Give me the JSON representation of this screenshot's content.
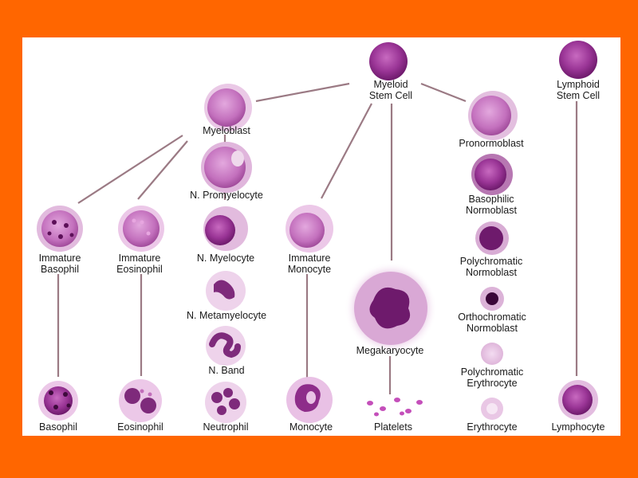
{
  "colors": {
    "border": "#ff6600",
    "background": "#ffffff",
    "line": "#9b7a84",
    "cell_dark": "#7a1f78",
    "cell_light": "#e8c2e4"
  },
  "labels": {
    "myeloid_stem_cell": "Myeloid\nStem Cell",
    "lymphoid_stem_cell": "Lymphoid\nStem Cell",
    "myeloblast": "Myeloblast",
    "n_promyelocyte": "N. Promyelocyte",
    "immature_basophil": "Immature\nBasophil",
    "immature_eosinophil": "Immature\nEosinophil",
    "n_myelocyte": "N. Myelocyte",
    "immature_monocyte": "Immature\nMonocyte",
    "n_metamyelocyte": "N. Metamyelocyte",
    "n_band": "N. Band",
    "megakaryocyte": "Megakaryocyte",
    "pronormoblast": "Pronormoblast",
    "basophilic_normoblast": "Basophilic\nNormoblast",
    "polychromatic_normoblast": "Polychromatic\nNormoblast",
    "orthochromatic_normoblast": "Orthochromatic\nNormoblast",
    "polychromatic_erythrocyte": "Polychromatic\nErythrocyte",
    "basophil": "Basophil",
    "eosinophil": "Eosinophil",
    "neutrophil": "Neutrophil",
    "monocyte": "Monocyte",
    "platelets": "Platelets",
    "erythrocyte": "Erythrocyte",
    "lymphocyte": "Lymphocyte"
  }
}
